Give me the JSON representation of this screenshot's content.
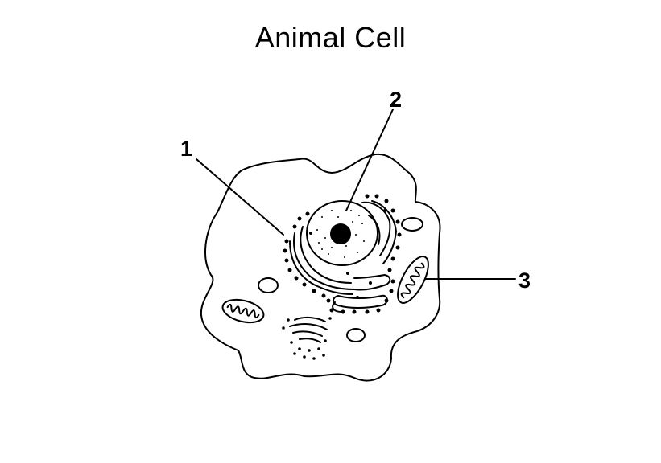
{
  "title": "Animal Cell",
  "labels": [
    {
      "id": "label-1",
      "text": "1"
    },
    {
      "id": "label-2",
      "text": "2"
    },
    {
      "id": "label-3",
      "text": "3"
    }
  ],
  "colors": {
    "ink": "#000000",
    "background": "#ffffff"
  }
}
